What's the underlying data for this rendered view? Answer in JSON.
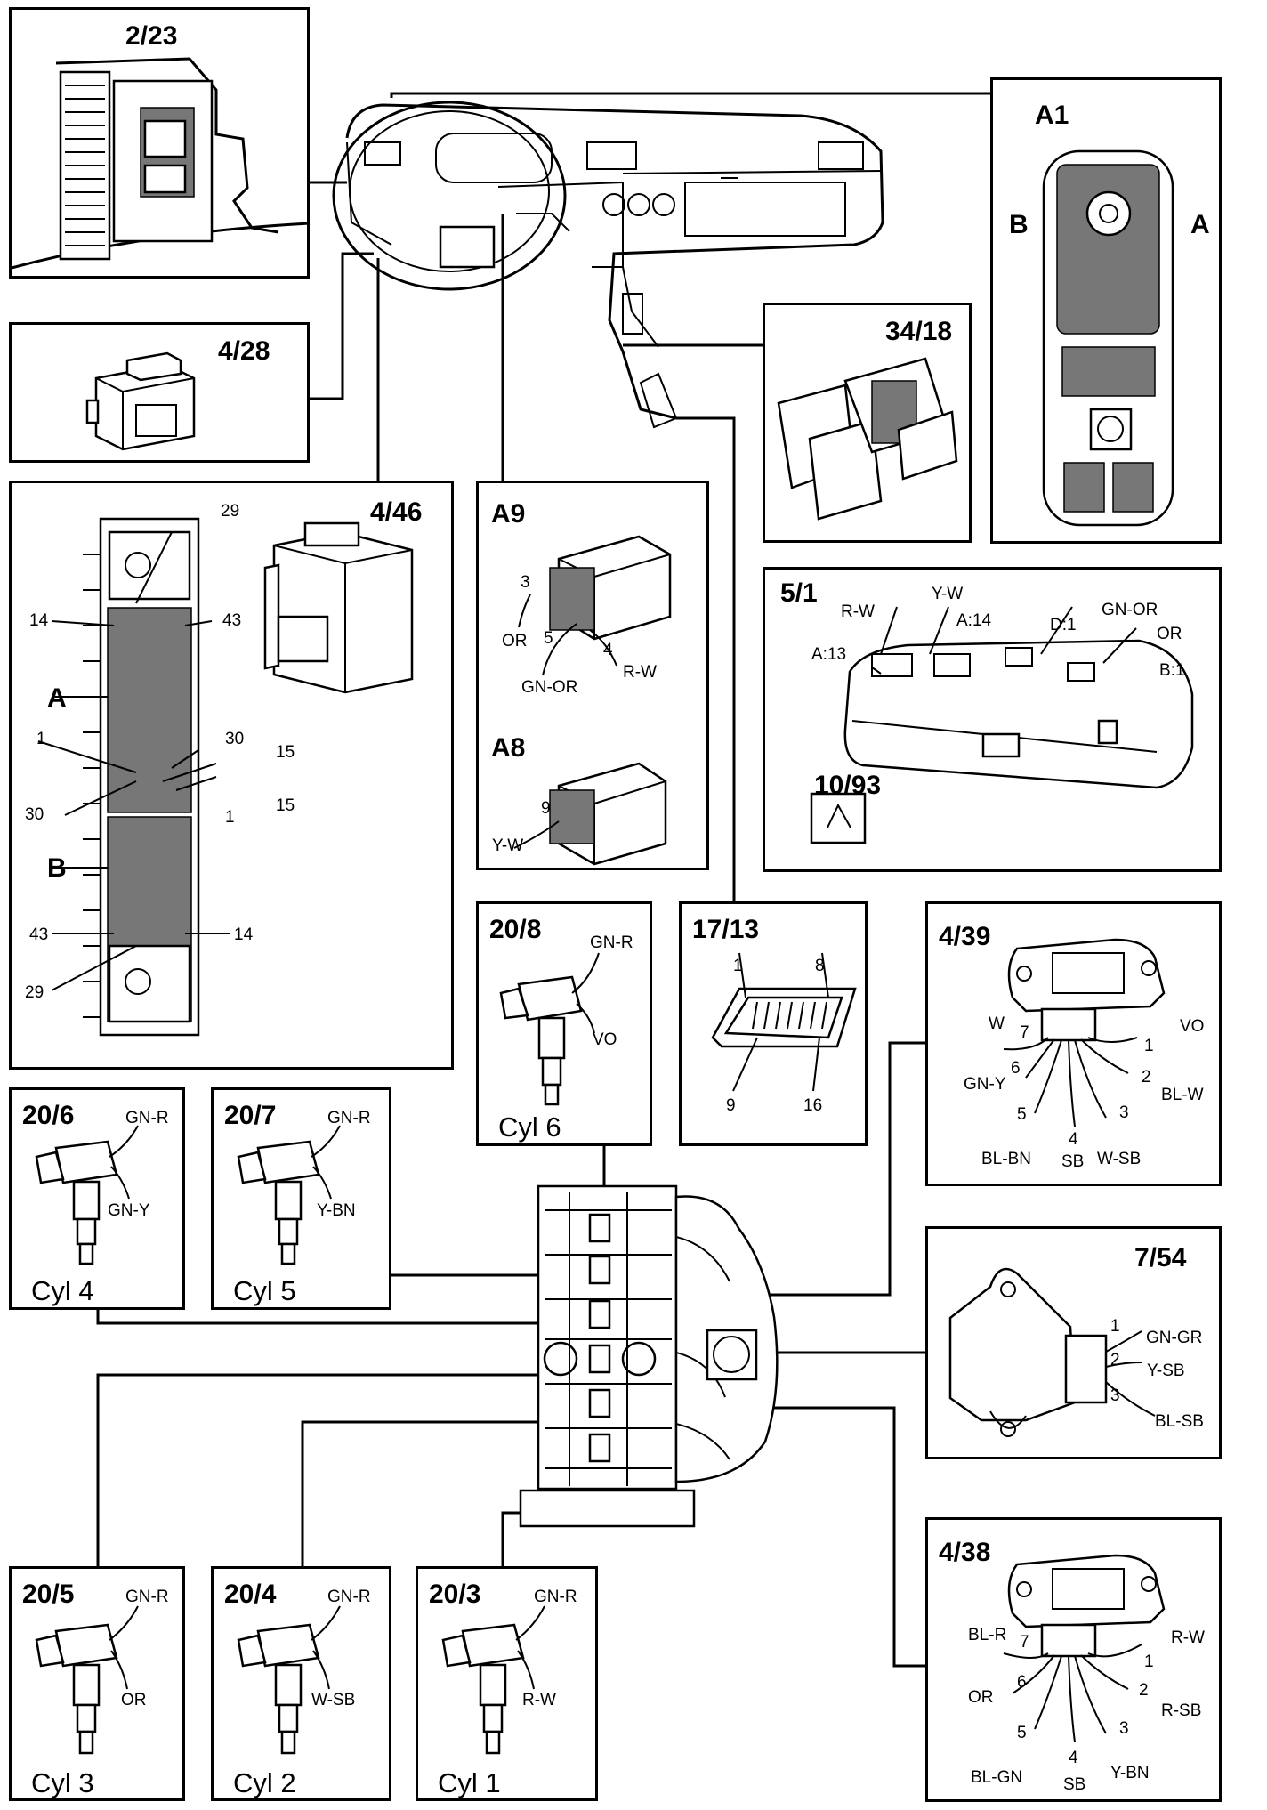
{
  "components": {
    "c2_23": {
      "title": "2/23"
    },
    "c4_28": {
      "title": "4/28"
    },
    "a1": {
      "title": "A1",
      "side_left": "B",
      "side_right": "A"
    },
    "c34_18": {
      "title": "34/18"
    },
    "c4_46": {
      "title": "4/46",
      "labels": [
        "29",
        "14",
        "43",
        "A",
        "1",
        "30",
        "15",
        "30",
        "15",
        "1",
        "B",
        "43",
        "14",
        "29"
      ]
    },
    "a9": {
      "title": "A9",
      "pins": [
        "3",
        "OR",
        "5",
        "GN-OR",
        "4",
        "R-W"
      ]
    },
    "a8": {
      "title": "A8",
      "pins": [
        "9",
        "Y-W"
      ]
    },
    "c5_1": {
      "title": "5/1",
      "labels": [
        "R-W",
        "Y-W",
        "A:14",
        "GN-OR",
        "D:1",
        "OR",
        "A:13",
        "B:1"
      ]
    },
    "c10_93": {
      "title": "10/93"
    },
    "c20_8": {
      "title": "20/8",
      "wire1": "GN-R",
      "wire2": "VO",
      "cyl": "Cyl 6"
    },
    "c17_13": {
      "title": "17/13",
      "labels": [
        "1",
        "8",
        "9",
        "16"
      ]
    },
    "c4_39": {
      "title": "4/39",
      "wires": [
        {
          "pin": "7",
          "color": "W"
        },
        {
          "pin": "1",
          "color": "VO"
        },
        {
          "pin": "6",
          "color": "GN-Y"
        },
        {
          "pin": "2",
          "color": "BL-W"
        },
        {
          "pin": "5",
          "color": "BL-BN"
        },
        {
          "pin": "4",
          "color": "SB"
        },
        {
          "pin": "3",
          "color": "W-SB"
        }
      ]
    },
    "c20_6": {
      "title": "20/6",
      "wire1": "GN-R",
      "wire2": "GN-Y",
      "cyl": "Cyl 4"
    },
    "c20_7": {
      "title": "20/7",
      "wire1": "GN-R",
      "wire2": "Y-BN",
      "cyl": "Cyl 5"
    },
    "c7_54": {
      "title": "7/54",
      "wires": [
        {
          "pin": "1",
          "color": "GN-GR"
        },
        {
          "pin": "2",
          "color": "Y-SB"
        },
        {
          "pin": "3",
          "color": "BL-SB"
        }
      ]
    },
    "c20_5": {
      "title": "20/5",
      "wire1": "GN-R",
      "wire2": "OR",
      "cyl": "Cyl 3"
    },
    "c20_4": {
      "title": "20/4",
      "wire1": "GN-R",
      "wire2": "W-SB",
      "cyl": "Cyl 2"
    },
    "c20_3": {
      "title": "20/3",
      "wire1": "GN-R",
      "wire2": "R-W",
      "cyl": "Cyl 1"
    },
    "c4_38": {
      "title": "4/38",
      "wires": [
        {
          "pin": "7",
          "color": "BL-R"
        },
        {
          "pin": "1",
          "color": "R-W"
        },
        {
          "pin": "6",
          "color": "OR"
        },
        {
          "pin": "2",
          "color": "R-SB"
        },
        {
          "pin": "5",
          "color": "BL-GN"
        },
        {
          "pin": "4",
          "color": "SB"
        },
        {
          "pin": "3",
          "color": "Y-BN"
        }
      ]
    }
  }
}
